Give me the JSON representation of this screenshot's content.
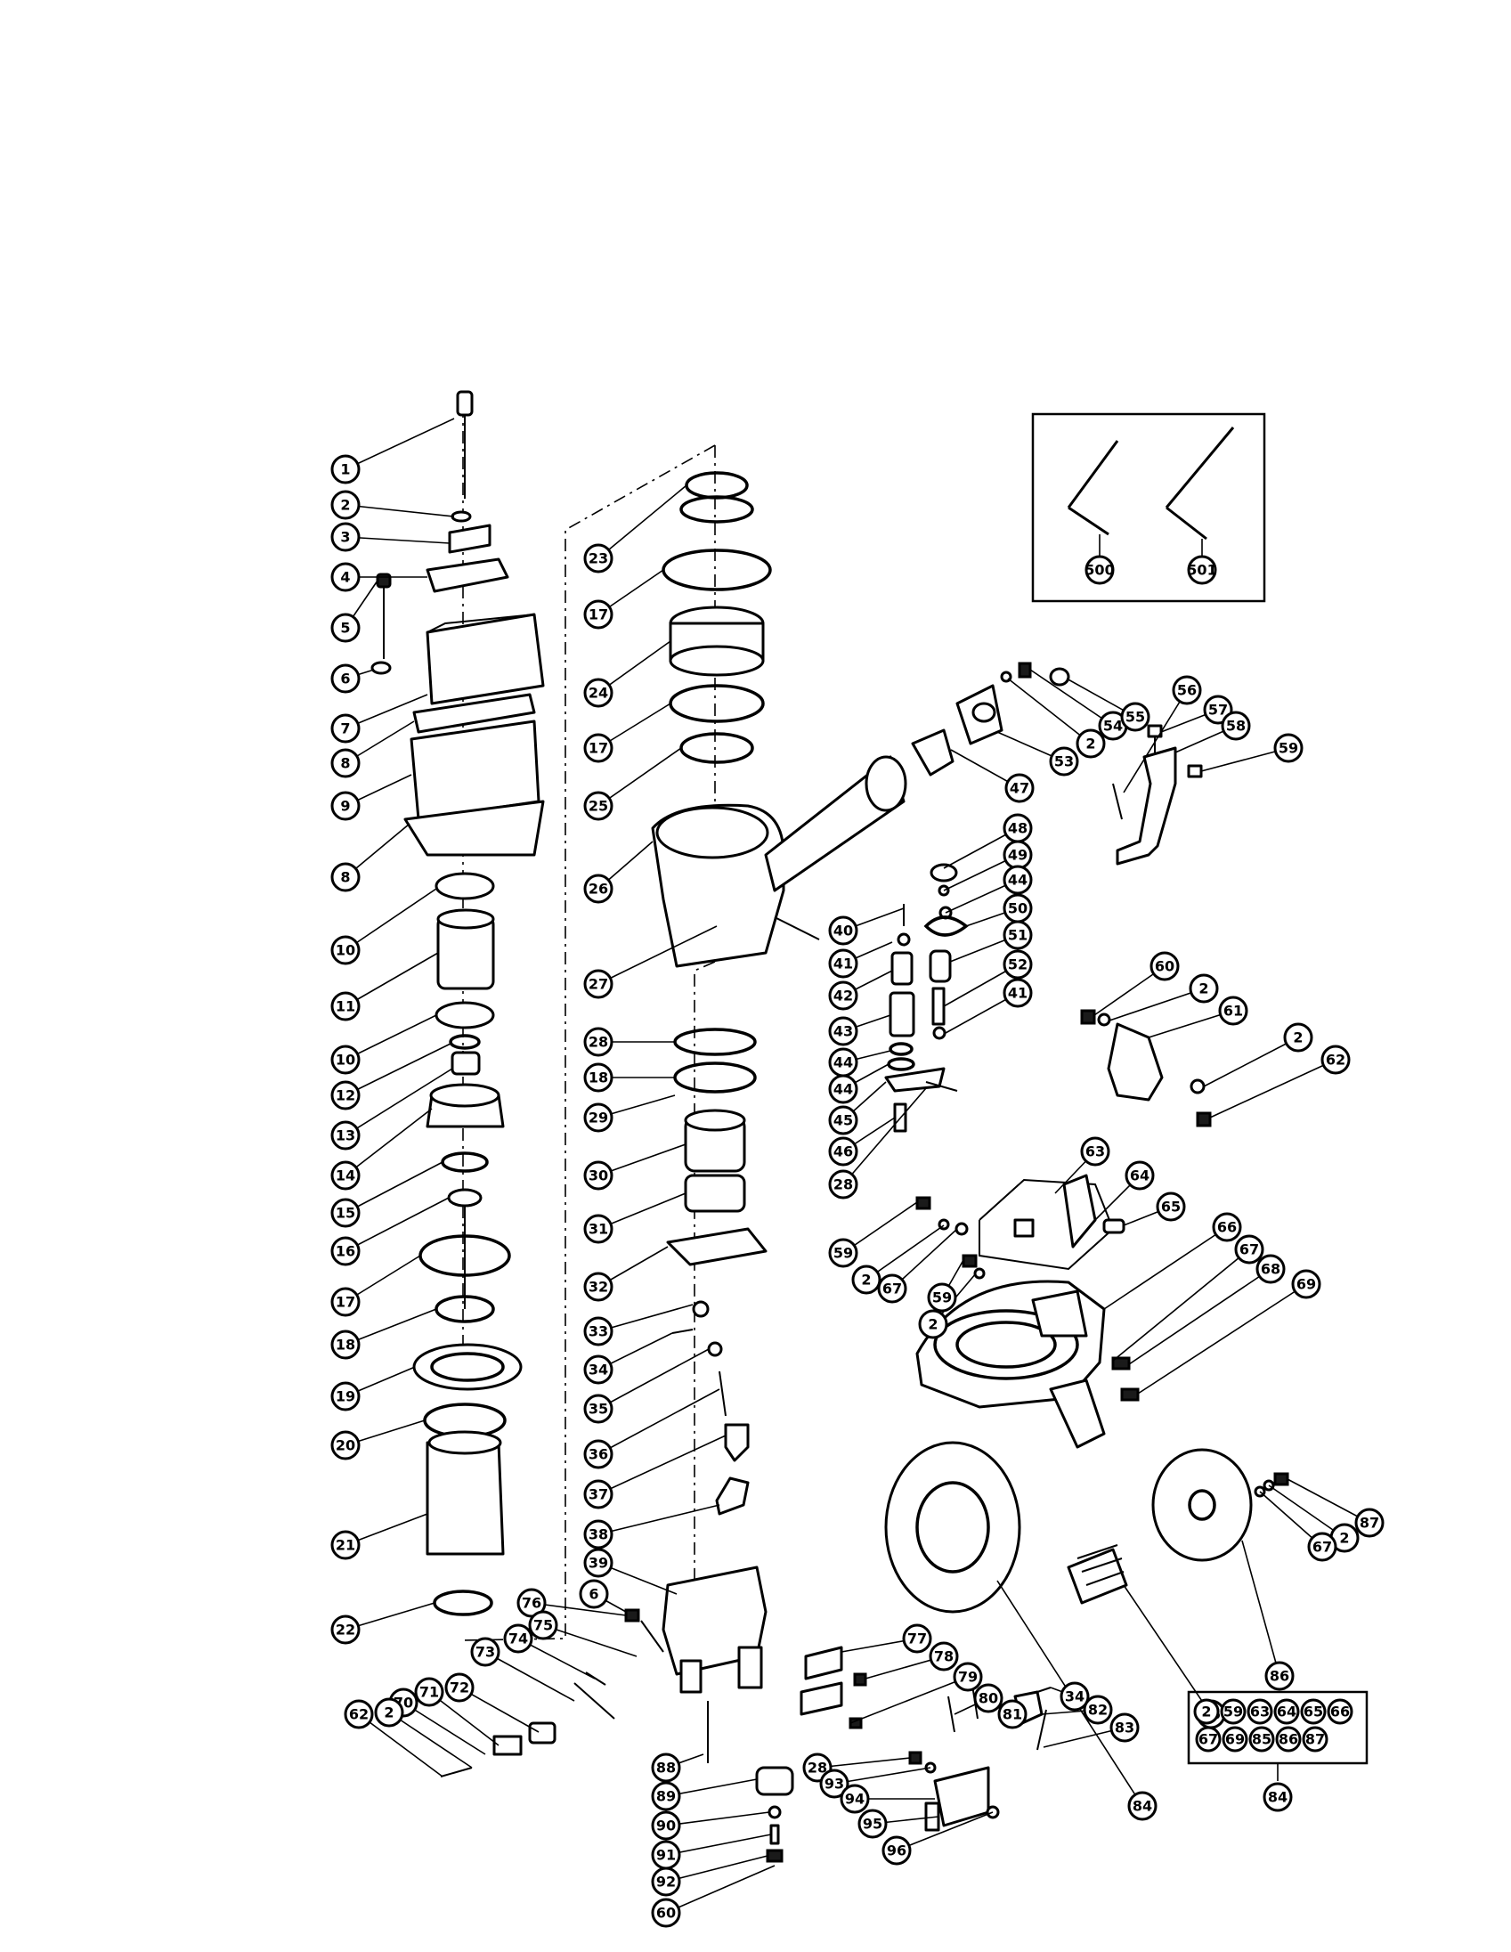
{
  "diagram": {
    "callouts": [
      "1",
      "2",
      "3",
      "4",
      "5",
      "6",
      "7",
      "8",
      "9",
      "8",
      "10",
      "11",
      "10",
      "12",
      "13",
      "14",
      "15",
      "16",
      "17",
      "18",
      "19",
      "20",
      "21",
      "22",
      "23",
      "17",
      "24",
      "17",
      "25",
      "26",
      "27",
      "28",
      "18",
      "29",
      "30",
      "31",
      "32",
      "33",
      "34",
      "35",
      "36",
      "37",
      "38",
      "39",
      "76",
      "6",
      "75",
      "74",
      "73",
      "72",
      "71",
      "70",
      "2",
      "62",
      "88",
      "89",
      "90",
      "91",
      "92",
      "60",
      "40",
      "41",
      "42",
      "43",
      "44",
      "44",
      "45",
      "46",
      "28",
      "48",
      "49",
      "44",
      "50",
      "51",
      "52",
      "41",
      "47",
      "53",
      "2",
      "54",
      "55",
      "56",
      "57",
      "58",
      "59",
      "60",
      "2",
      "61",
      "2",
      "62",
      "63",
      "64",
      "65",
      "59",
      "2",
      "67",
      "59",
      "2",
      "66",
      "67",
      "68",
      "69",
      "77",
      "78",
      "79",
      "80",
      "81",
      "28",
      "93",
      "94",
      "95",
      "96",
      "34",
      "82",
      "83",
      "84",
      "85",
      "86",
      "87",
      "2",
      "67",
      "500",
      "501"
    ],
    "kit_box": {
      "items": [
        "2",
        "59",
        "63",
        "64",
        "65",
        "66",
        "67",
        "69",
        "85",
        "86",
        "87"
      ],
      "label": "84"
    }
  }
}
